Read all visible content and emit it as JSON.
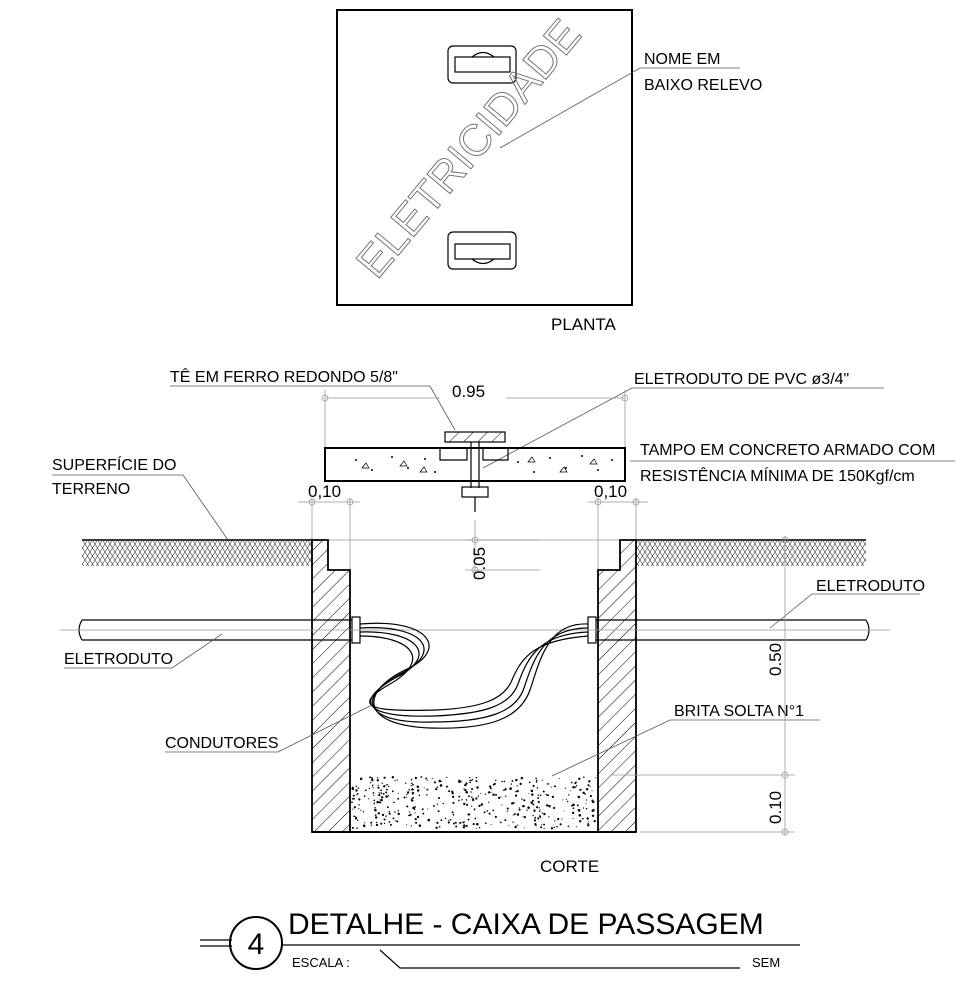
{
  "plan": {
    "watermark": "ELETRICIDADE",
    "label_name_line1": "NOME EM",
    "label_name_line2": "BAIXO RELEVO",
    "caption": "PLANTA"
  },
  "section": {
    "label_tee": "TÊ EM FERRO REDONDO 5/8\"",
    "label_pvc": "ELETRODUTO DE PVC ø3/4\"",
    "label_lid_line1": "TAMPO EM CONCRETO ARMADO COM",
    "label_lid_line2": "RESISTÊNCIA MÍNIMA DE 150Kgf/cm",
    "label_ground_line1": "SUPERFÍCIE DO",
    "label_ground_line2": "TERRENO",
    "label_conduit_right": "ELETRODUTO",
    "label_conduit_left": "ELETRODUTO",
    "label_conductors": "CONDUTORES",
    "label_gravel": "BRITA SOLTA N°1",
    "dim_lid_width": "0.95",
    "dim_lip_left": "0,10",
    "dim_lip_right": "0,10",
    "dim_lip_depth": "0.05",
    "dim_depth": "0.50",
    "dim_gravel": "0.10",
    "caption": "CORTE"
  },
  "title_block": {
    "number": "4",
    "title": "DETALHE - CAIXA DE PASSAGEM",
    "scale_label": "ESCALA :",
    "scale_value": "SEM"
  }
}
